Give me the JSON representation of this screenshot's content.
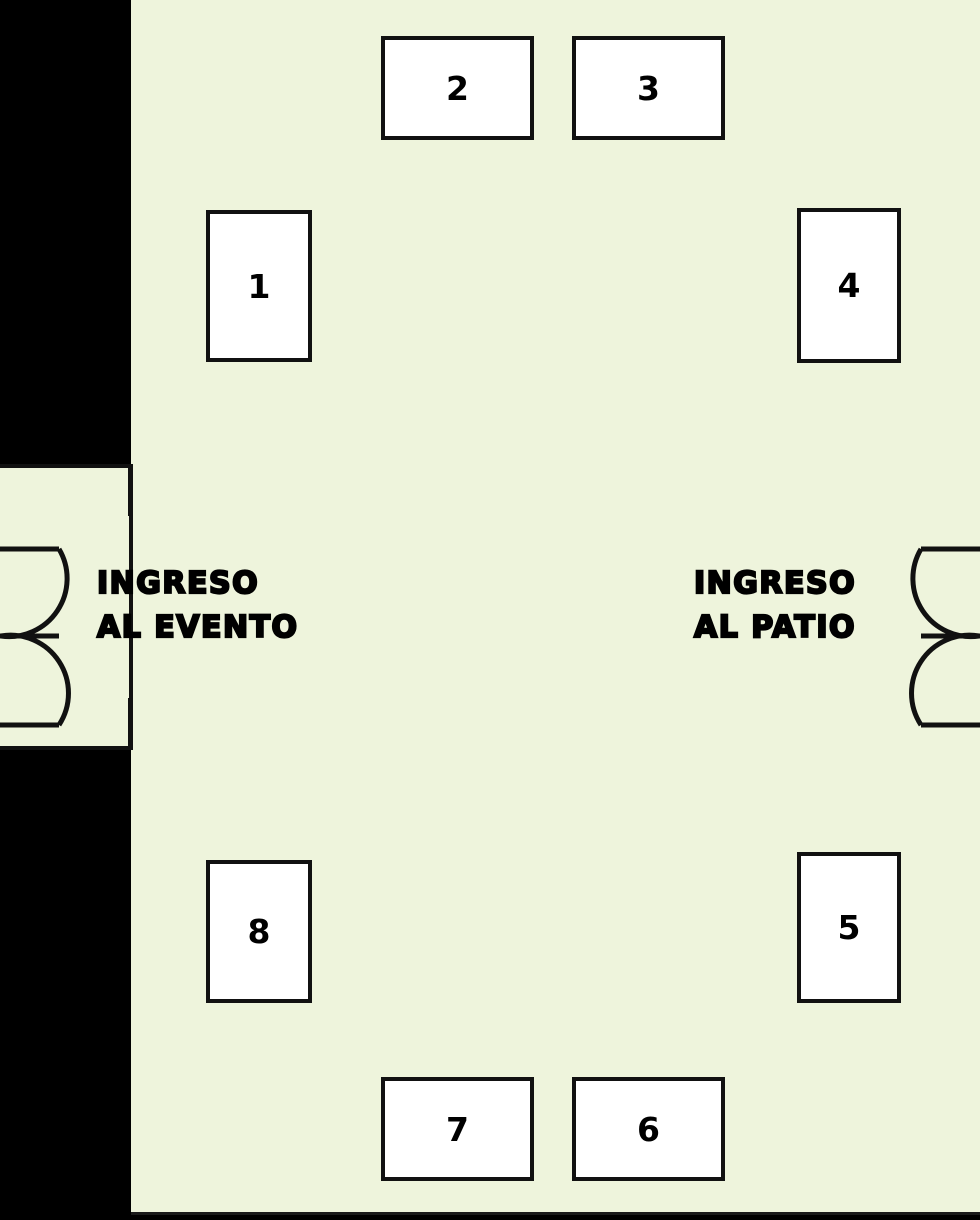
{
  "plan": {
    "room_fill_color": "#eef4dc",
    "exterior_color": "#000000",
    "table_fill_color": "#ffffff",
    "line_color": "#111111"
  },
  "tables": [
    {
      "id": "t1",
      "label": "1",
      "orientation": "vertical"
    },
    {
      "id": "t2",
      "label": "2",
      "orientation": "horizontal"
    },
    {
      "id": "t3",
      "label": "3",
      "orientation": "horizontal"
    },
    {
      "id": "t4",
      "label": "4",
      "orientation": "vertical"
    },
    {
      "id": "t5",
      "label": "5",
      "orientation": "vertical"
    },
    {
      "id": "t6",
      "label": "6",
      "orientation": "horizontal"
    },
    {
      "id": "t7",
      "label": "7",
      "orientation": "horizontal"
    },
    {
      "id": "t8",
      "label": "8",
      "orientation": "vertical"
    }
  ],
  "entrances": {
    "left": {
      "label": "INGRESO\nAL EVENTO",
      "door_icon": "double-door-swing-icon"
    },
    "right": {
      "label": "INGRESO\nAL PATIO",
      "door_icon": "double-door-swing-icon"
    }
  }
}
